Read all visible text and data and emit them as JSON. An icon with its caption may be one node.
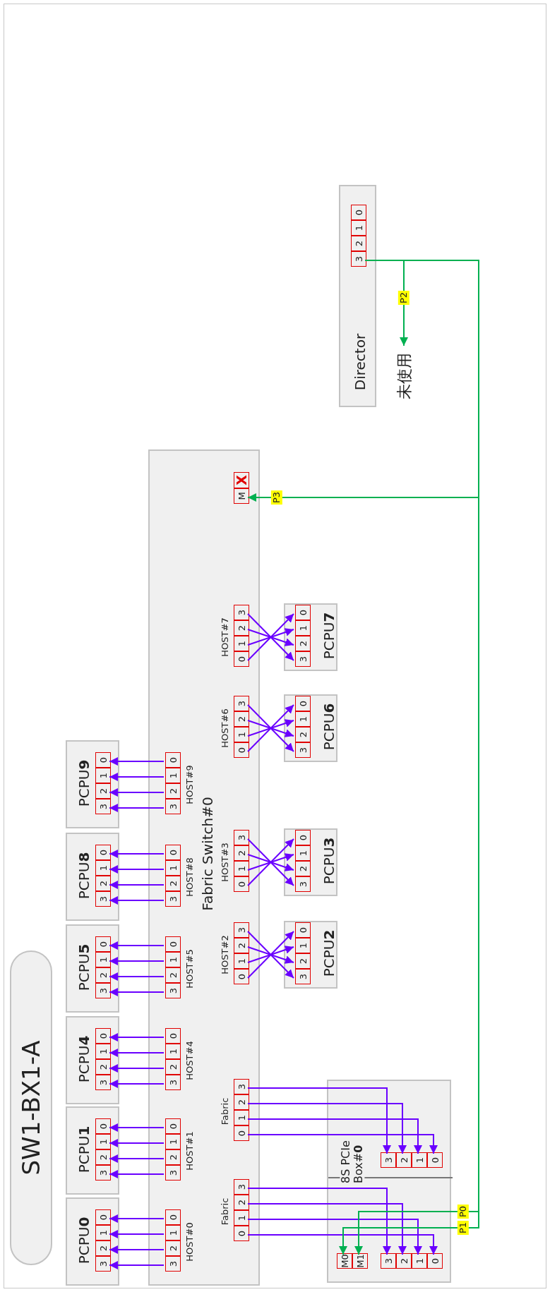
{
  "diagram": {
    "title": "SW1-BX1-A",
    "nodes": [
      {
        "text": [
          "Fabric Switch#0"
        ]
      },
      {
        "text": [
          "Director"
        ]
      },
      {
        "text": [
          "8S PCIe Box#**0**"
        ]
      },
      {
        "text": [
          "PCPU**0**"
        ]
      },
      {
        "text": [
          "PCPU**1**"
        ]
      },
      {
        "text": [
          "PCPU**4**"
        ]
      },
      {
        "text": [
          "PCPU**5**"
        ]
      },
      {
        "text": [
          "PCPU**8**"
        ]
      },
      {
        "text": [
          "PCPU**9**"
        ]
      },
      {
        "text": [
          "PCPU**2**"
        ]
      },
      {
        "text": [
          "PCPU**3**"
        ]
      },
      {
        "text": [
          "PCPU**6**"
        ]
      },
      {
        "text": [
          "PCPU**7**"
        ]
      },
      {
        "text": [
          "未使用"
        ]
      },
      {
        "text": [
          "0"
        ],
        "in": 3
      },
      {
        "text": [
          "1"
        ],
        "in": 3
      },
      {
        "text": [
          "2"
        ],
        "in": 3
      },
      {
        "text": [
          "3"
        ],
        "in": 3
      },
      {
        "text": [
          "0"
        ],
        "in": 4
      },
      {
        "text": [
          "1"
        ],
        "in": 4
      },
      {
        "text": [
          "2"
        ],
        "in": 4
      },
      {
        "text": [
          "3"
        ],
        "in": 4
      },
      {
        "text": [
          "0"
        ],
        "in": 5
      },
      {
        "text": [
          "1"
        ],
        "in": 5
      },
      {
        "text": [
          "2"
        ],
        "in": 5
      },
      {
        "text": [
          "3"
        ],
        "in": 5
      },
      {
        "text": [
          "0"
        ],
        "in": 6
      },
      {
        "text": [
          "1"
        ],
        "in": 6
      },
      {
        "text": [
          "2"
        ],
        "in": 6
      },
      {
        "text": [
          "3"
        ],
        "in": 6
      },
      {
        "text": [
          "0"
        ],
        "in": 7
      },
      {
        "text": [
          "1"
        ],
        "in": 7
      },
      {
        "text": [
          "2"
        ],
        "in": 7
      },
      {
        "text": [
          "3"
        ],
        "in": 7
      },
      {
        "text": [
          "0"
        ],
        "in": 8
      },
      {
        "text": [
          "1"
        ],
        "in": 8
      },
      {
        "text": [
          "2"
        ],
        "in": 8
      },
      {
        "text": [
          "3"
        ],
        "in": 8
      },
      {
        "text": [
          "0"
        ],
        "in": 9
      },
      {
        "text": [
          "1"
        ],
        "in": 9
      },
      {
        "text": [
          "2"
        ],
        "in": 9
      },
      {
        "text": [
          "3"
        ],
        "in": 9
      },
      {
        "text": [
          "0"
        ],
        "in": 10
      },
      {
        "text": [
          "1"
        ],
        "in": 10
      },
      {
        "text": [
          "2"
        ],
        "in": 10
      },
      {
        "text": [
          "3"
        ],
        "in": 10
      },
      {
        "text": [
          "0"
        ],
        "in": 11
      },
      {
        "text": [
          "1"
        ],
        "in": 11
      },
      {
        "text": [
          "2"
        ],
        "in": 11
      },
      {
        "text": [
          "3"
        ],
        "in": 11
      },
      {
        "text": [
          "0"
        ],
        "in": 12
      },
      {
        "text": [
          "1"
        ],
        "in": 12
      },
      {
        "text": [
          "2"
        ],
        "in": 12
      },
      {
        "text": [
          "3"
        ],
        "in": 12
      },
      {
        "text": [
          "0"
        ],
        "in": 0
      },
      {
        "text": [
          "1"
        ],
        "in": 0
      },
      {
        "text": [
          "2"
        ],
        "in": 0
      },
      {
        "text": [
          "3"
        ],
        "in": 0
      },
      {
        "text": [
          "0"
        ],
        "in": 0
      },
      {
        "text": [
          "1"
        ],
        "in": 0
      },
      {
        "text": [
          "2"
        ],
        "in": 0
      },
      {
        "text": [
          "3"
        ],
        "in": 0
      },
      {
        "text": [
          "0"
        ],
        "in": 0
      },
      {
        "text": [
          "1"
        ],
        "in": 0
      },
      {
        "text": [
          "2"
        ],
        "in": 0
      },
      {
        "text": [
          "3"
        ],
        "in": 0
      },
      {
        "text": [
          "0"
        ],
        "in": 0
      },
      {
        "text": [
          "1"
        ],
        "in": 0
      },
      {
        "text": [
          "2"
        ],
        "in": 0
      },
      {
        "text": [
          "3"
        ],
        "in": 0
      },
      {
        "text": [
          "0"
        ],
        "in": 0
      },
      {
        "text": [
          "1"
        ],
        "in": 0
      },
      {
        "text": [
          "2"
        ],
        "in": 0
      },
      {
        "text": [
          "3"
        ],
        "in": 0
      },
      {
        "text": [
          "0"
        ],
        "in": 0
      },
      {
        "text": [
          "1"
        ],
        "in": 0
      },
      {
        "text": [
          "2"
        ],
        "in": 0
      },
      {
        "text": [
          "3"
        ],
        "in": 0
      },
      {
        "text": [
          "0"
        ],
        "in": 0
      },
      {
        "text": [
          "1"
        ],
        "in": 0
      },
      {
        "text": [
          "2"
        ],
        "in": 0
      },
      {
        "text": [
          "3"
        ],
        "in": 0
      },
      {
        "text": [
          "0"
        ],
        "in": 0
      },
      {
        "text": [
          "1"
        ],
        "in": 0
      },
      {
        "text": [
          "2"
        ],
        "in": 0
      },
      {
        "text": [
          "3"
        ],
        "in": 0
      },
      {
        "text": [
          "0"
        ],
        "in": 0
      },
      {
        "text": [
          "1"
        ],
        "in": 0
      },
      {
        "text": [
          "2"
        ],
        "in": 0
      },
      {
        "text": [
          "3"
        ],
        "in": 0
      },
      {
        "text": [
          "0"
        ],
        "in": 0
      },
      {
        "text": [
          "1"
        ],
        "in": 0
      },
      {
        "text": [
          "2"
        ],
        "in": 0
      },
      {
        "text": [
          "3"
        ],
        "in": 0
      },
      {
        "text": [
          "0"
        ],
        "in": 0
      },
      {
        "text": [
          "1"
        ],
        "in": 0
      },
      {
        "text": [
          "2"
        ],
        "in": 0
      },
      {
        "text": [
          "3"
        ],
        "in": 0
      },
      {
        "text": [
          "0"
        ],
        "in": 0
      },
      {
        "text": [
          "1"
        ],
        "in": 0
      },
      {
        "text": [
          "2"
        ],
        "in": 0
      },
      {
        "text": [
          "3"
        ],
        "in": 0
      },
      {
        "text": [
          "0"
        ],
        "in": 2
      },
      {
        "text": [
          "1"
        ],
        "in": 2
      },
      {
        "text": [
          "2"
        ],
        "in": 2
      },
      {
        "text": [
          "3"
        ],
        "in": 2
      },
      {
        "text": [
          "0"
        ],
        "in": 2
      },
      {
        "text": [
          "1"
        ],
        "in": 2
      },
      {
        "text": [
          "2"
        ],
        "in": 2
      },
      {
        "text": [
          "3"
        ],
        "in": 2
      },
      {
        "text": [
          "M0"
        ],
        "in": 2
      },
      {
        "text": [
          "M1"
        ],
        "in": 2
      },
      {
        "text": [
          "M"
        ],
        "in": 0
      },
      {
        "text": [
          "X"
        ],
        "in": 0
      },
      {
        "text": [
          "0"
        ],
        "in": 1
      },
      {
        "text": [
          "1"
        ],
        "in": 1
      },
      {
        "text": [
          "2"
        ],
        "in": 1
      },
      {
        "text": [
          "3"
        ],
        "in": 1
      }
    ],
    "edges": [
      {
        "from": 54,
        "to": 14,
        "arrow": "to"
      },
      {
        "from": 55,
        "to": 15,
        "arrow": "to"
      },
      {
        "from": 56,
        "to": 16,
        "arrow": "to"
      },
      {
        "from": 57,
        "to": 17,
        "arrow": "to"
      },
      {
        "from": 58,
        "to": 18,
        "arrow": "to"
      },
      {
        "from": 59,
        "to": 19,
        "arrow": "to"
      },
      {
        "from": 60,
        "to": 20,
        "arrow": "to"
      },
      {
        "from": 61,
        "to": 21,
        "arrow": "to"
      },
      {
        "from": 62,
        "to": 22,
        "arrow": "to"
      },
      {
        "from": 63,
        "to": 23,
        "arrow": "to"
      },
      {
        "from": 64,
        "to": 24,
        "arrow": "to"
      },
      {
        "from": 65,
        "to": 25,
        "arrow": "to"
      },
      {
        "from": 66,
        "to": 26,
        "arrow": "to"
      },
      {
        "from": 67,
        "to": 27,
        "arrow": "to"
      },
      {
        "from": 68,
        "to": 28,
        "arrow": "to"
      },
      {
        "from": 69,
        "to": 29,
        "arrow": "to"
      },
      {
        "from": 70,
        "to": 30,
        "arrow": "to"
      },
      {
        "from": 71,
        "to": 31,
        "arrow": "to"
      },
      {
        "from": 72,
        "to": 32,
        "arrow": "to"
      },
      {
        "from": 73,
        "to": 33,
        "arrow": "to"
      },
      {
        "from": 74,
        "to": 34,
        "arrow": "to"
      },
      {
        "from": 75,
        "to": 35,
        "arrow": "to"
      },
      {
        "from": 76,
        "to": 36,
        "arrow": "to"
      },
      {
        "from": 77,
        "to": 37,
        "arrow": "to"
      },
      {
        "from": 78,
        "to": 38,
        "arrow": "to"
      },
      {
        "from": 79,
        "to": 39,
        "arrow": "to"
      },
      {
        "from": 80,
        "to": 40,
        "arrow": "to"
      },
      {
        "from": 81,
        "to": 41,
        "arrow": "to"
      },
      {
        "from": 82,
        "to": 42,
        "arrow": "to"
      },
      {
        "from": 83,
        "to": 43,
        "arrow": "to"
      },
      {
        "from": 84,
        "to": 44,
        "arrow": "to"
      },
      {
        "from": 85,
        "to": 45,
        "arrow": "to"
      },
      {
        "from": 86,
        "to": 46,
        "arrow": "to"
      },
      {
        "from": 87,
        "to": 47,
        "arrow": "to"
      },
      {
        "from": 88,
        "to": 48,
        "arrow": "to"
      },
      {
        "from": 89,
        "to": 49,
        "arrow": "to"
      },
      {
        "from": 90,
        "to": 50,
        "arrow": "to"
      },
      {
        "from": 91,
        "to": 51,
        "arrow": "to"
      },
      {
        "from": 92,
        "to": 52,
        "arrow": "to"
      },
      {
        "from": 93,
        "to": 53,
        "arrow": "to"
      },
      {
        "from": 94,
        "to": 102,
        "arrow": "to"
      },
      {
        "from": 95,
        "to": 103,
        "arrow": "to"
      },
      {
        "from": 96,
        "to": 104,
        "arrow": "to"
      },
      {
        "from": 97,
        "to": 105,
        "arrow": "to"
      },
      {
        "from": 98,
        "to": 106,
        "arrow": "to"
      },
      {
        "from": 99,
        "to": 107,
        "arrow": "to"
      },
      {
        "from": 100,
        "to": 108,
        "arrow": "to"
      },
      {
        "from": 101,
        "to": 109,
        "arrow": "to"
      },
      {
        "from": 117,
        "to": 13,
        "arrow": "to",
        "label": "P2",
        "color": "#00b050"
      },
      {
        "from": 117,
        "to": 112,
        "arrow": "to",
        "label": "P3",
        "color": "#00b050"
      },
      {
        "from": 117,
        "to": 111,
        "arrow": "to",
        "label": "P0",
        "color": "#00b050"
      },
      {
        "from": 117,
        "to": 110,
        "arrow": "to",
        "label": "P1",
        "color": "#00b050"
      }
    ],
    "labels": [
      "HOST#0",
      "HOST#1",
      "HOST#4",
      "HOST#5",
      "HOST#8",
      "HOST#9",
      "HOST#2",
      "HOST#3",
      "HOST#6",
      "HOST#7",
      "Fabric",
      "Fabric"
    ]
  }
}
